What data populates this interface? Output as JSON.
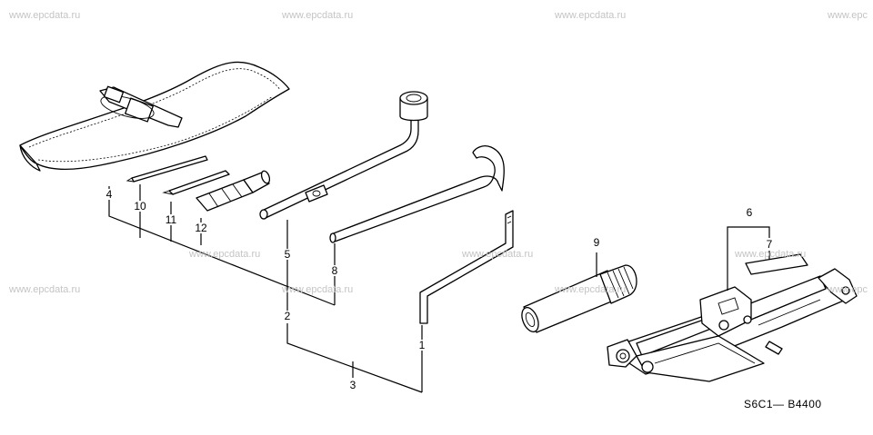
{
  "watermark": {
    "text": "www.epcdata.ru",
    "partial_text": "www.epc"
  },
  "callouts": {
    "c1": "1",
    "c2": "2",
    "c3": "3",
    "c4": "4",
    "c5": "5",
    "c6": "6",
    "c7": "7",
    "c8": "8",
    "c9": "9",
    "c10": "10",
    "c11": "11",
    "c12": "12"
  },
  "diagram_code": "S6C1— B4400",
  "colors": {
    "line": "#000000",
    "watermark": "#c4c4c4",
    "background": "#ffffff"
  }
}
